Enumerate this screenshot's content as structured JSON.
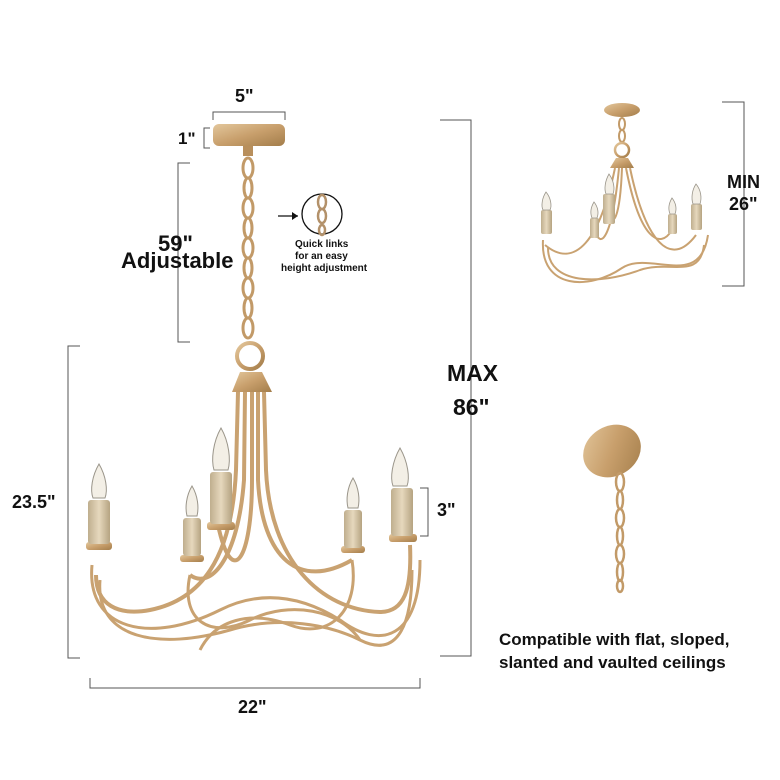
{
  "dimensions": {
    "canopy_width": "5\"",
    "canopy_height": "1\"",
    "chain_length_value": "59\"",
    "chain_length_note": "Adjustable",
    "body_height": "23.5\"",
    "body_width": "22\"",
    "candle_height": "3\"",
    "max_label": "MAX",
    "max_value": "86\"",
    "min_label": "MIN",
    "min_value": "26\""
  },
  "callouts": {
    "quick_links_line1": "Quick links",
    "quick_links_line2": "for an easy",
    "quick_links_line3": "height adjustment",
    "ceiling_line1": "Compatible with flat, sloped,",
    "ceiling_line2": "slanted and vaulted ceilings"
  },
  "colors": {
    "gold": "#cfa97a",
    "gold_dark": "#a9834f",
    "candle": "#d9c8a8",
    "dimension_line": "#555555"
  }
}
